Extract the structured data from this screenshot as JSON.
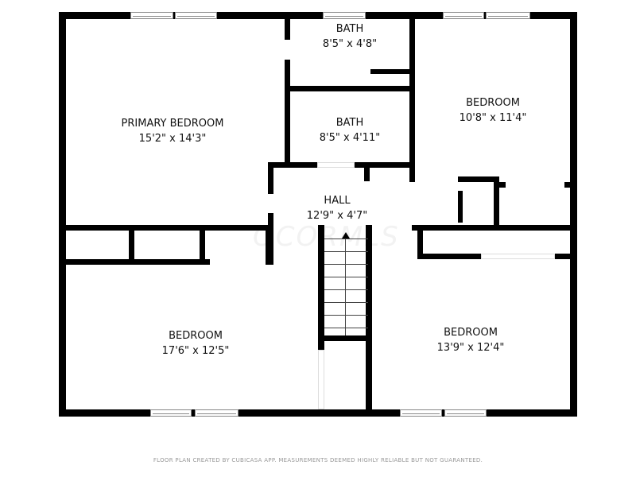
{
  "rooms": [
    {
      "name": "PRIMARY BEDROOM",
      "dims": "15'2\" x 14'3\""
    },
    {
      "name": "BATH",
      "dims": "8'5\" x 4'8\""
    },
    {
      "name": "BATH",
      "dims": "8'5\" x 4'11\""
    },
    {
      "name": "BEDROOM",
      "dims": "10'8\" x 11'4\""
    },
    {
      "name": "HALL",
      "dims": "12'9\" x 4'7\""
    },
    {
      "name": "BEDROOM",
      "dims": "17'6\" x 12'5\""
    },
    {
      "name": "BEDROOM",
      "dims": "13'9\" x 12'4\""
    }
  ],
  "watermark": "OCORMLS",
  "footer": "FLOOR PLAN CREATED BY CUBICASA APP. MEASUREMENTS DEEMED HIGHLY RELIABLE BUT NOT GUARANTEED.",
  "colors": {
    "wall": "#000000",
    "background": "#ffffff",
    "footer_text": "#999999"
  }
}
